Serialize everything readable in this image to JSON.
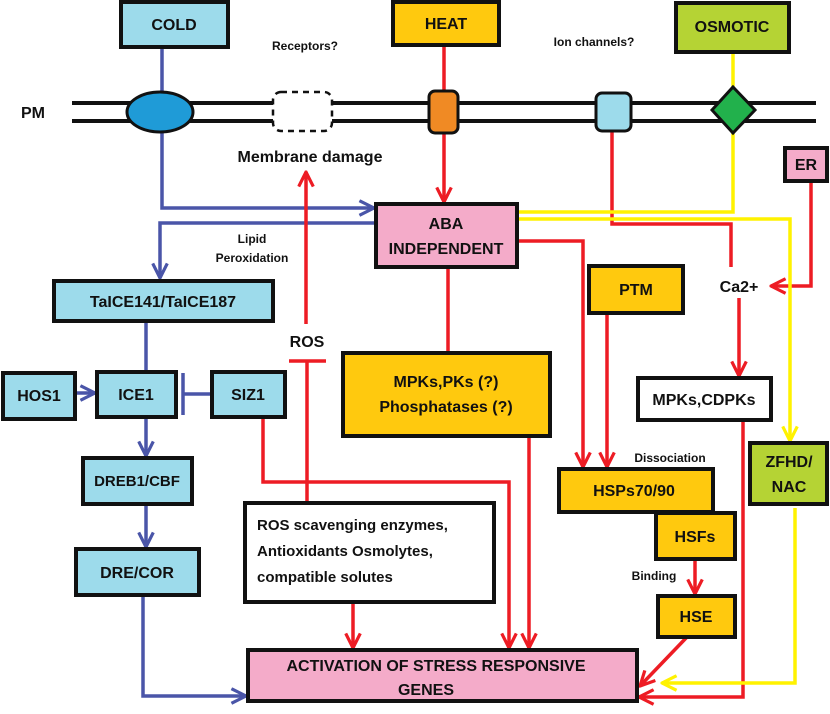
{
  "colors": {
    "cold_blue": "#9ddbeb",
    "heat_yellow": "#ffc90e",
    "osmotic_green": "#b5d334",
    "pink": "#f4abc9",
    "blue_path": "#4a55a8",
    "red_path": "#ed1c24",
    "yellow_path": "#fff200"
  },
  "stimuli": {
    "cold": "COLD",
    "heat": "HEAT",
    "osmotic": "OSMOTIC"
  },
  "membrane": {
    "label": "PM",
    "receptors": "Receptors?",
    "ion_channels": "Ion channels?",
    "damage": "Membrane damage"
  },
  "nodes": {
    "er": "ER",
    "aba_line1": "ABA",
    "aba_line2": "INDEPENDENT",
    "lipid_line1": "Lipid",
    "lipid_line2": "Peroxidation",
    "taice": "TaICE141/TaICE187",
    "ros": "ROS",
    "hos1": "HOS1",
    "ice1": "ICE1",
    "siz1": "SIZ1",
    "dreb": "DREB1/CBF",
    "drecor": "DRE/COR",
    "mpks_line1": "MPKs,PKs (?)",
    "mpks_line2": "Phosphatases (?)",
    "ptm": "PTM",
    "ca": "Ca2+",
    "mpks_cdpks": "MPKs,CDPKs",
    "dissociation": "Dissociation",
    "hsps": "HSPs70/90",
    "hsfs": "HSFs",
    "binding": "Binding",
    "hse": "HSE",
    "zfhd_line1": "ZFHD/",
    "zfhd_line2": "NAC",
    "ros_scav_line1": "ROS scavenging enzymes,",
    "ros_scav_line2": "Antioxidants Osmolytes,",
    "ros_scav_line3": "compatible solutes",
    "activation_line1": "ACTIVATION OF STRESS RESPONSIVE",
    "activation_line2": "GENES"
  }
}
